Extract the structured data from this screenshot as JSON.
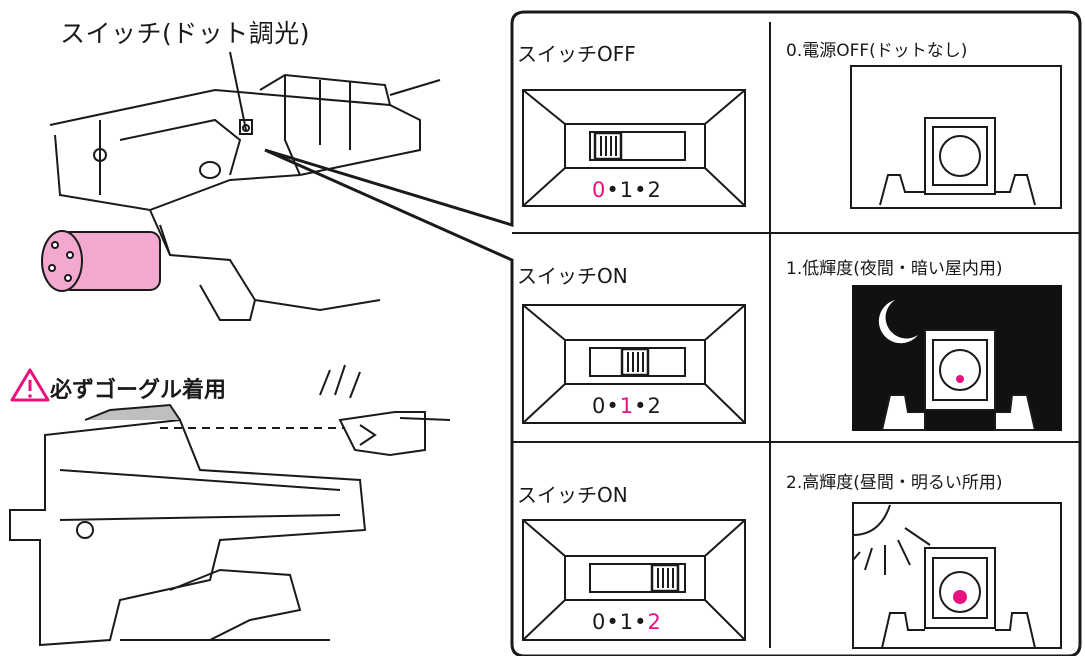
{
  "title": "スイッチ(ドット調光)",
  "warning": "必ずゴーグル着用",
  "colors": {
    "accent": "#e8117f",
    "barrel": "#f3a8cf",
    "line": "#1a1a1a",
    "night_bg": "#111111"
  },
  "rows": [
    {
      "state": "スイッチOFF",
      "mode": "0.電源OFF(ドットなし)",
      "positions": [
        "0",
        "1",
        "2"
      ],
      "active": 0,
      "sep": "•"
    },
    {
      "state": "スイッチON",
      "mode": "1.低輝度(夜間・暗い屋内用)",
      "positions": [
        "0",
        "1",
        "2"
      ],
      "active": 1,
      "sep": "•"
    },
    {
      "state": "スイッチON",
      "mode": "2.高輝度(昼間・明るい所用)",
      "positions": [
        "0",
        "1",
        "2"
      ],
      "active": 2,
      "sep": "•"
    }
  ]
}
